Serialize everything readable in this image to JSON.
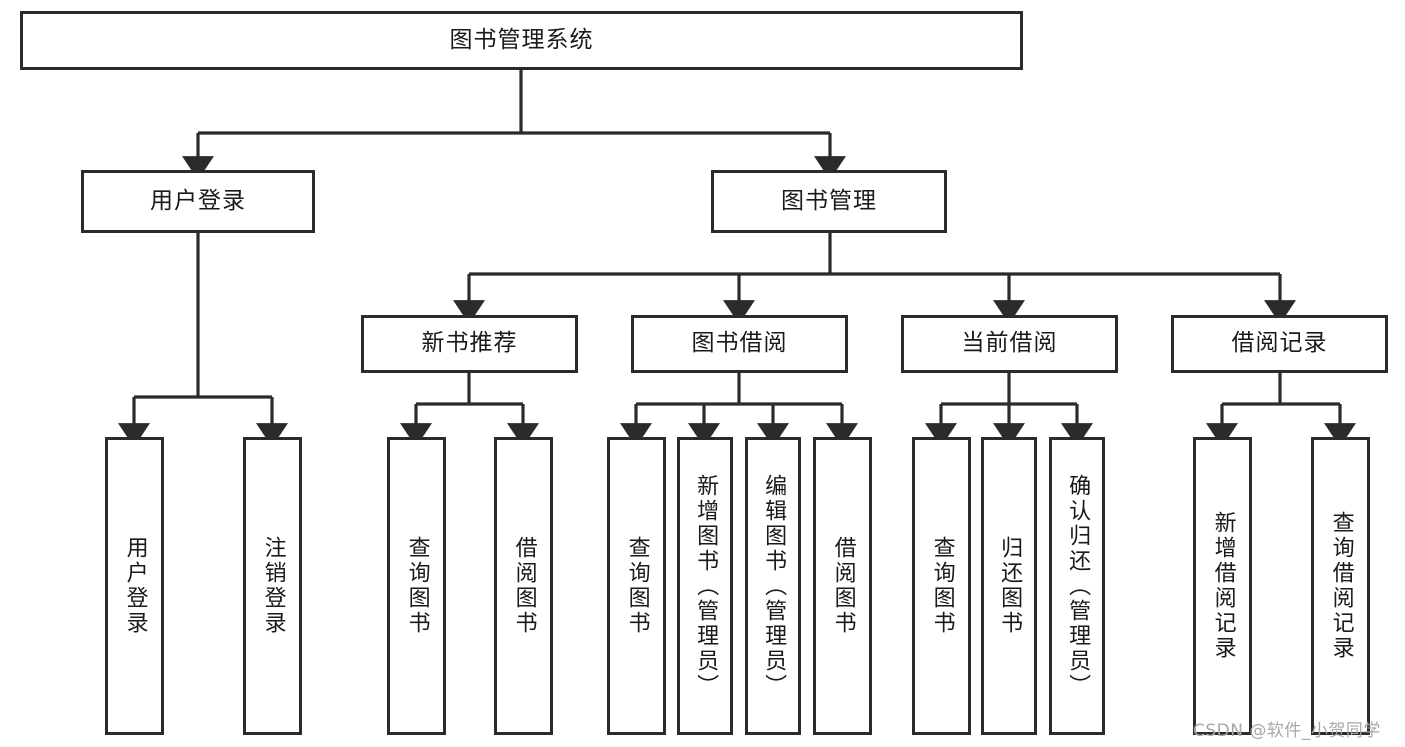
{
  "diagram": {
    "title": "图书管理系统",
    "type": "tree-hierarchy-diagram",
    "root": {
      "id": "root",
      "label": "图书管理系统"
    },
    "level2": [
      {
        "id": "user-login",
        "label": "用户登录"
      },
      {
        "id": "book-management",
        "label": "图书管理"
      }
    ],
    "level3": [
      {
        "id": "new-book-recommend",
        "label": "新书推荐"
      },
      {
        "id": "book-borrow",
        "label": "图书借阅"
      },
      {
        "id": "current-borrow",
        "label": "当前借阅"
      },
      {
        "id": "borrow-record",
        "label": "借阅记录"
      }
    ],
    "leaves": {
      "user_login": [
        {
          "id": "leaf-user-login",
          "label": "用户登录"
        },
        {
          "id": "leaf-logout-login",
          "label": "注销登录"
        }
      ],
      "new_book_recommend": [
        {
          "id": "leaf-query-book-1",
          "label": "查询图书"
        },
        {
          "id": "leaf-borrow-book-1",
          "label": "借阅图书"
        }
      ],
      "book_borrow": [
        {
          "id": "leaf-query-book-2",
          "label": "查询图书"
        },
        {
          "id": "leaf-add-book",
          "label": "新增图书（管理员）"
        },
        {
          "id": "leaf-edit-book",
          "label": "编辑图书（管理员）"
        },
        {
          "id": "leaf-borrow-book-2",
          "label": "借阅图书"
        }
      ],
      "current_borrow": [
        {
          "id": "leaf-query-book-3",
          "label": "查询图书"
        },
        {
          "id": "leaf-return-book",
          "label": "归还图书"
        },
        {
          "id": "leaf-confirm-return",
          "label": "确认归还（管理员）"
        }
      ],
      "borrow_record": [
        {
          "id": "leaf-add-record",
          "label": "新增借阅记录"
        },
        {
          "id": "leaf-query-record",
          "label": "查询借阅记录"
        }
      ]
    }
  },
  "watermark": {
    "text": "CSDN @软件_小贺同学"
  },
  "colors": {
    "border": "#2b2b2b",
    "background": "#ffffff",
    "text": "#1a1a1a",
    "watermark": "#a8a8a8"
  }
}
